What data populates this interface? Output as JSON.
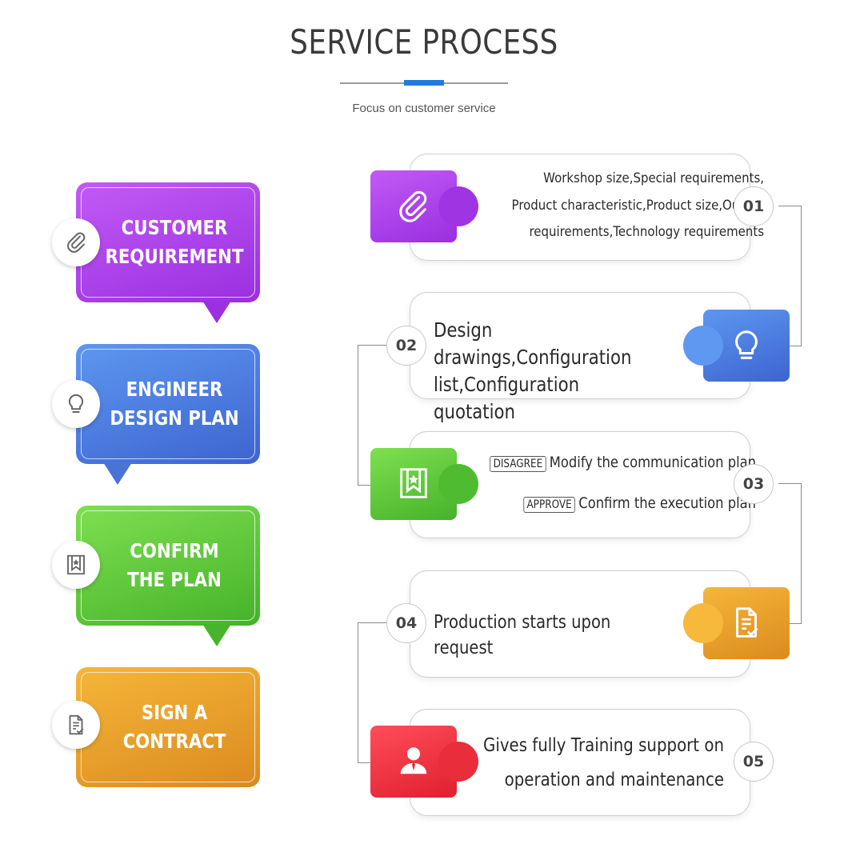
{
  "header": {
    "title": "SERVICE PROCESS",
    "subtitle": "Focus on customer service",
    "accent_color": "#1e7be0"
  },
  "steps": [
    {
      "label_line1": "CUSTOMER",
      "label_line2": "REQUIREMENT",
      "icon": "paperclip-icon",
      "color": "#a63be8"
    },
    {
      "label_line1": "ENGINEER",
      "label_line2": "DESIGN PLAN",
      "icon": "lightbulb-icon",
      "color": "#4a7fe0"
    },
    {
      "label_line1": "CONFIRM",
      "label_line2": "THE PLAN",
      "icon": "bookmark-star-icon",
      "color": "#5bc43a"
    },
    {
      "label_line1": "SIGN A",
      "label_line2": "CONTRACT",
      "icon": "document-check-icon",
      "color": "#e9a12a"
    }
  ],
  "details": [
    {
      "number": "01",
      "lines": [
        "Workshop size,Special requirements,",
        "Product characteristic,Product size,Output",
        "requirements,Technology requirements"
      ],
      "icon": "paperclip-icon"
    },
    {
      "number": "02",
      "lines": [
        "Design drawings,Configuration",
        "list,Configuration quotation"
      ],
      "icon": "lightbulb-icon"
    },
    {
      "number": "03",
      "options": [
        {
          "tag": "DISAGREE",
          "text": "Modify the communication plan"
        },
        {
          "tag": "APPROVE",
          "text": "Confirm the execution plan"
        }
      ],
      "icon": "bookmark-star-icon"
    },
    {
      "number": "04",
      "lines": [
        "Production starts upon request"
      ],
      "icon": "document-check-icon"
    },
    {
      "number": "05",
      "lines": [
        "Gives fully Training support on",
        "operation and maintenance"
      ],
      "icon": "person-icon"
    }
  ]
}
